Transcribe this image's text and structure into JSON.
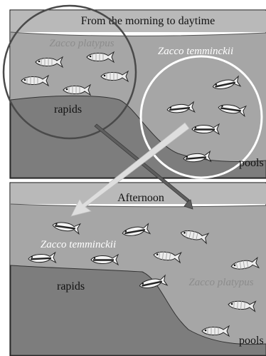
{
  "colors": {
    "water_light": "#b9b9b9",
    "water_mid": "#a6a6a6",
    "bed_dark": "#7d7d7d",
    "platypus_text": "#8c8c8c",
    "temminckii_text": "#ffffff",
    "arrow_light": "#dedede",
    "arrow_dark": "#5e5e5e",
    "circle_platypus": "#4a4a4a",
    "circle_temminckii": "#ffffff"
  },
  "top_panel": {
    "title": "From the morning to daytime",
    "species_platypus": "Zacco platypus",
    "species_temminckii": "Zacco temminckii",
    "label_rapids": "rapids",
    "label_pools": "pools"
  },
  "bottom_panel": {
    "title": "Afternoon",
    "species_temminckii": "Zacco temminckii",
    "species_platypus": "Zacco platypus",
    "label_rapids": "rapids",
    "label_pools": "pools"
  },
  "icons": {
    "fish_platypus": "fish-icon",
    "fish_temminckii": "striped-fish-icon"
  }
}
